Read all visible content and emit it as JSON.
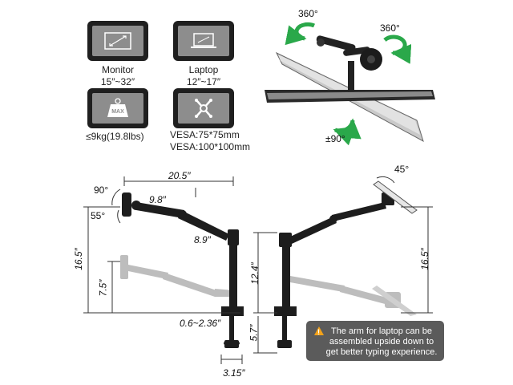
{
  "specs": {
    "monitor": {
      "title": "Monitor",
      "range": "15″~32″",
      "icon": "monitor-icon"
    },
    "laptop": {
      "title": "Laptop",
      "range": "12″~17″",
      "icon": "laptop-icon"
    },
    "weight": {
      "badge": "MAX",
      "text": "≤9kg(19.8lbs)",
      "icon": "weight-icon"
    },
    "vesa": {
      "line1": "VESA:75*75mm",
      "line2": "VESA:100*100mm",
      "icon": "vesa-mount-icon"
    }
  },
  "rotation": {
    "top_left": "360°",
    "top_right": "360°",
    "tilt": "±90°"
  },
  "dimensions_left": {
    "tilt": "90°",
    "swivel": "55°",
    "width": "20.5″",
    "arm_upper": "9.8″",
    "arm_lower": "8.9″",
    "height": "16.5″",
    "low_height": "7.5″",
    "clamp_range": "0.6~2.36″",
    "base_width": "3.15″"
  },
  "dimensions_right": {
    "laptop_angle": "45°",
    "pole_height": "12.4″",
    "clamp_height": "5.7″",
    "height": "16.5″"
  },
  "note": {
    "text": "The arm for laptop can be assembled upside down to get better typing experience.",
    "icon": "warning-icon"
  },
  "colors": {
    "box": "#1f1f1f",
    "screen": "#8d8d8d",
    "arrow_green": "#2aa84a",
    "arm_dark": "#1d1d1d",
    "arm_ghost": "#bdbdbd",
    "note_bg": "#5b5b5b",
    "warning": "#f3a21a"
  }
}
